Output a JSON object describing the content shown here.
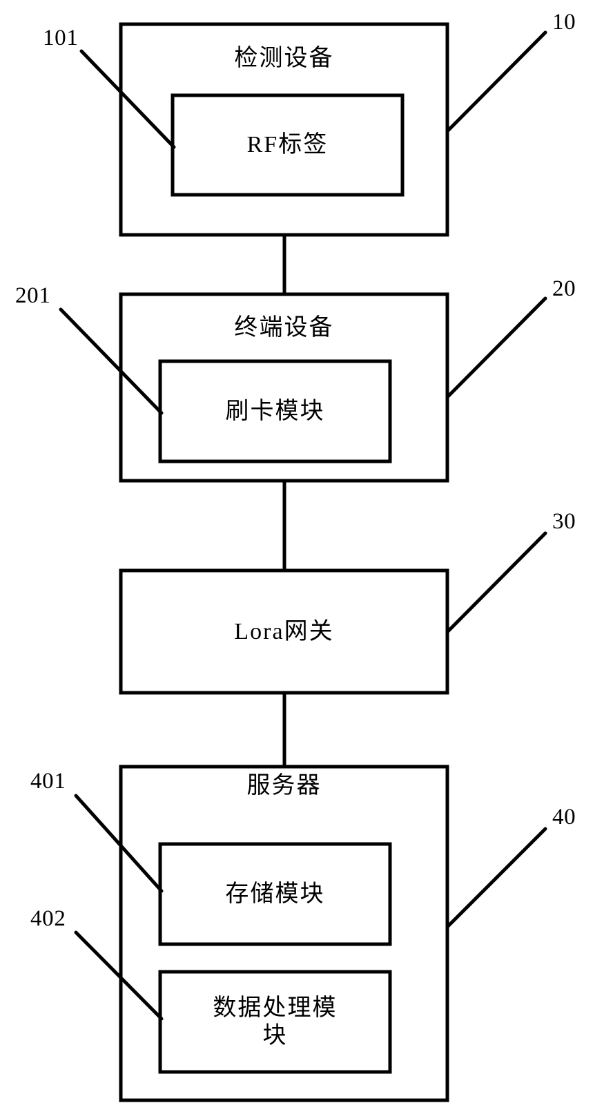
{
  "figure": {
    "type": "block-diagram",
    "orientation": "vertical-stack",
    "background_color": "#ffffff",
    "line_color": "#000000"
  },
  "blocks": [
    {
      "id": "detection-device",
      "ref": "10",
      "title": "检测设备",
      "children": [
        {
          "id": "rf-tag",
          "ref": "101",
          "title": "RF标签"
        }
      ]
    },
    {
      "id": "terminal-device",
      "ref": "20",
      "title": "终端设备",
      "children": [
        {
          "id": "card-swipe-module",
          "ref": "201",
          "title": "刷卡模块"
        }
      ]
    },
    {
      "id": "lora-gateway",
      "ref": "30",
      "title": "Lora网关",
      "children": []
    },
    {
      "id": "server",
      "ref": "40",
      "title": "服务器",
      "children": [
        {
          "id": "storage-module",
          "ref": "401",
          "title": "存储模块"
        },
        {
          "id": "data-processing-module",
          "ref": "402",
          "title": "数据处理模\n块"
        }
      ]
    }
  ],
  "reference_numerals": {
    "detection_device": "10",
    "rf_tag": "101",
    "terminal_device": "20",
    "card_swipe_module": "201",
    "lora_gateway": "30",
    "server": "40",
    "storage_module": "401",
    "data_processing_module": "402"
  },
  "connections": [
    {
      "from": "detection-device",
      "to": "terminal-device"
    },
    {
      "from": "terminal-device",
      "to": "lora-gateway"
    },
    {
      "from": "lora-gateway",
      "to": "server"
    }
  ]
}
